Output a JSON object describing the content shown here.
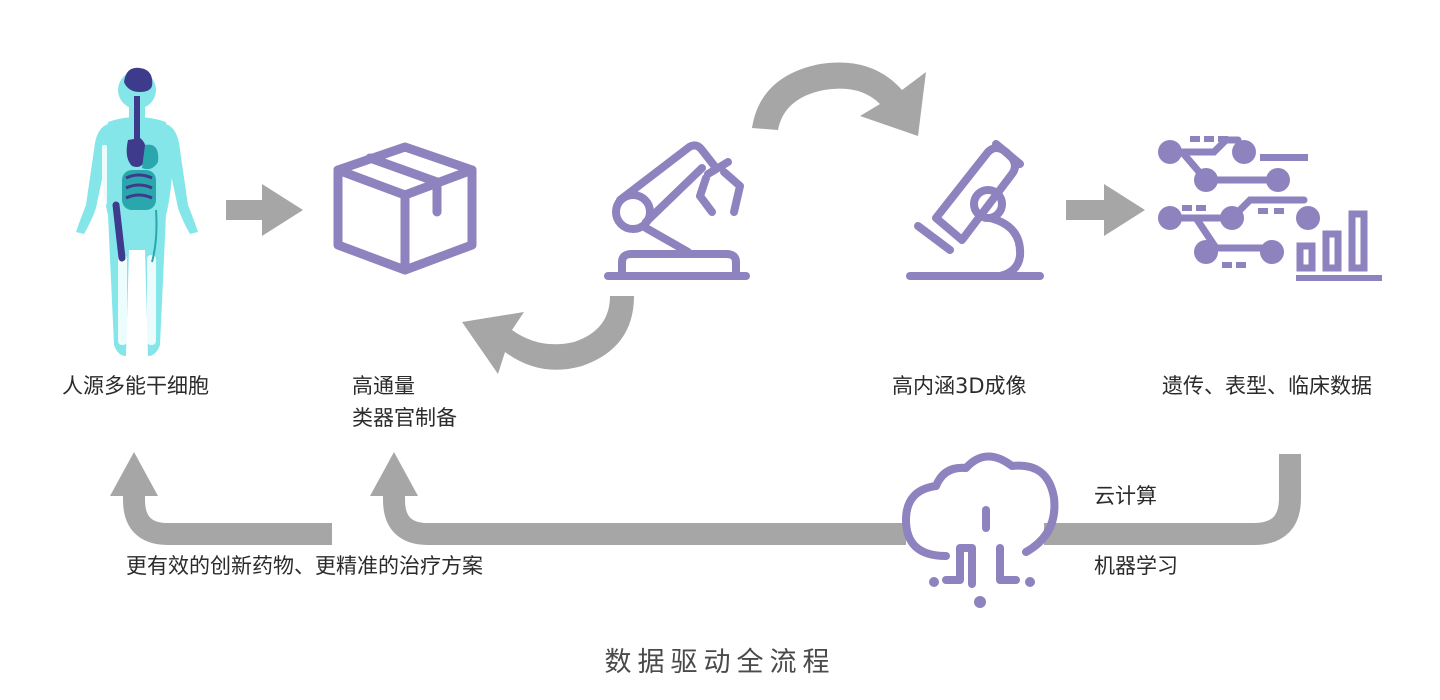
{
  "nodes": {
    "stem_cells": {
      "label": "人源多能干细胞",
      "icon": "human-body-icon"
    },
    "organoid_prep": {
      "label_line1": "高通量",
      "label_line2": "类器官制备",
      "icon": "box-icon"
    },
    "robot_arm": {
      "icon": "robot-arm-icon"
    },
    "imaging": {
      "label": "高内涵3D成像",
      "icon": "microscope-icon"
    },
    "data": {
      "label": "遗传、表型、临床数据",
      "icon": "data-network-chart-icon"
    },
    "cloud": {
      "icon": "cloud-computing-icon"
    }
  },
  "feedback": {
    "cloud_computing": "云计算",
    "machine_learning": "机器学习",
    "outcome": "更有效的创新药物、更精准的治疗方案"
  },
  "caption": "数据驱动全流程",
  "colors": {
    "icon_purple": "#8e82bf",
    "arrow_gray": "#a6a6a6",
    "body_cyan": "#7fe3e8",
    "organ_blue": "#3e3a8c",
    "organ_teal": "#2aa7ad"
  }
}
